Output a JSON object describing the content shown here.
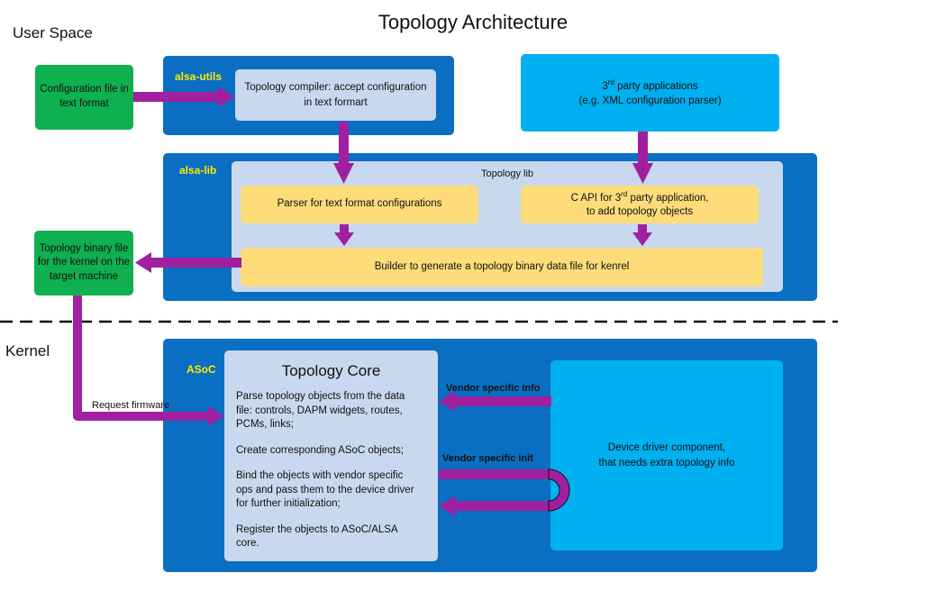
{
  "title": "Topology Architecture",
  "sections": {
    "user_space": "User Space",
    "kernel": "Kernel"
  },
  "colors": {
    "panel": "#0a6fc2",
    "light": "#c8d8ef",
    "green": "#0fb04f",
    "cyan": "#00b0f0",
    "yellow": "#fedc7a",
    "arrow": "#a020a0",
    "tag": "#ffe800"
  },
  "config_file": "Configuration file in text format",
  "alsa_utils": {
    "tag": "alsa-utils",
    "compiler": "Topology compiler: accept configuration in text formart"
  },
  "third_party": {
    "line1_prefix": "3",
    "line1_sup": "rd",
    "line1_suffix": " party applications",
    "line2": "(e.g. XML configuration parser)"
  },
  "alsa_lib": {
    "tag": "alsa-lib",
    "topology_lib": "Topology lib",
    "parser": "Parser for text format configurations",
    "capi_prefix": "C API for 3",
    "capi_sup": "rd",
    "capi_suffix": " party application,",
    "capi_line2": "to add topology objects",
    "builder": "Builder to generate a topology binary data file for kenrel"
  },
  "binary_file": "Topology binary file for the kernel on the target machine",
  "request_firmware": "Request firmware",
  "asoc": {
    "tag": "ASoC",
    "core_title": "Topology Core",
    "core_items": [
      "Parse  topology objects from the data file: controls, DAPM widgets, routes, PCMs, links;",
      "Create corresponding ASoC objects;",
      "Bind the objects with vendor specific ops and pass them to the device driver for further initialization;",
      "Register the objects to ASoC/ALSA core."
    ],
    "vendor_info": "Vendor specific info",
    "vendor_init": "Vendor specific init",
    "device_driver_line1": "Device driver component,",
    "device_driver_line2": "that needs extra topology info"
  }
}
